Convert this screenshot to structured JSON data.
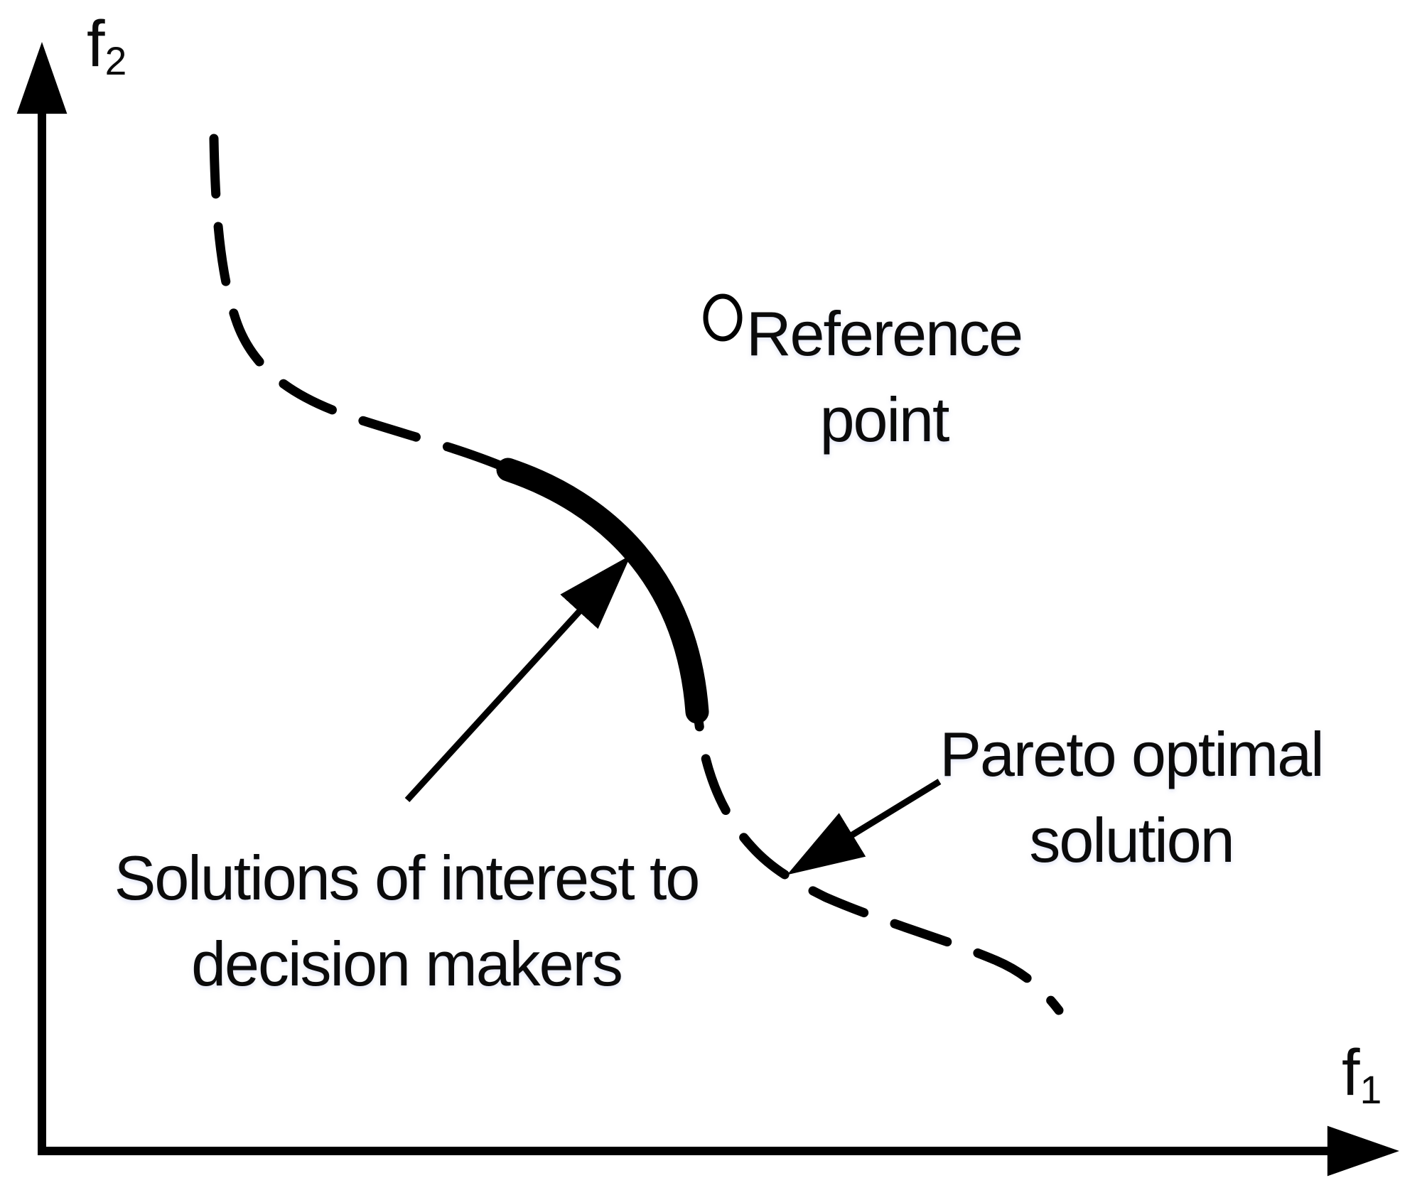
{
  "figure": {
    "type": "pareto-front-concept-diagram",
    "background_color": "#ffffff",
    "ink_color": "#000000",
    "x_axis": {
      "letter": "f",
      "subscript": "1"
    },
    "y_axis": {
      "letter": "f",
      "subscript": "2"
    },
    "labels": {
      "reference": {
        "line1": "Reference",
        "line2": "point"
      },
      "solutions": {
        "line1": "Solutions of interest to",
        "line2": "decision makers"
      },
      "pareto": {
        "line1": "Pareto optimal",
        "line2": "solution"
      }
    },
    "markers": {
      "reference_point": "circle-outline-icon",
      "curve_style": "dashed",
      "highlight_segment": "thick-solid-arc"
    }
  }
}
